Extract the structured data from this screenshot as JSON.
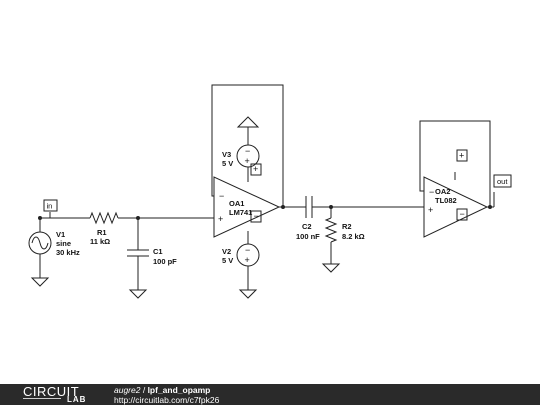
{
  "components": {
    "v1": {
      "name": "V1",
      "type": "sine",
      "freq": "30 kHz"
    },
    "r1": {
      "name": "R1",
      "value": "11 kΩ"
    },
    "c1": {
      "name": "C1",
      "value": "100 pF"
    },
    "v3": {
      "name": "V3",
      "value": "5 V"
    },
    "v2": {
      "name": "V2",
      "value": "5 V"
    },
    "oa1": {
      "name": "OA1",
      "model": "LM741"
    },
    "c2": {
      "name": "C2",
      "value": "100 nF"
    },
    "r2": {
      "name": "R2",
      "value": "8.2 kΩ"
    },
    "oa2": {
      "name": "OA2",
      "model": "TL082"
    }
  },
  "tags": {
    "in": "in",
    "out": "out"
  },
  "symbols": {
    "plus": "+",
    "minus": "−"
  },
  "footer": {
    "logo_top": "CIRCUIT",
    "logo_bottom": "LAB",
    "author": "augre2",
    "separator": " / ",
    "title": "lpf_and_opamp",
    "url": "http://circuitlab.com/c7fpk26"
  },
  "colors": {
    "background": "#ffffff",
    "wire": "#222222",
    "footer_bg": "#2a2a2a"
  }
}
